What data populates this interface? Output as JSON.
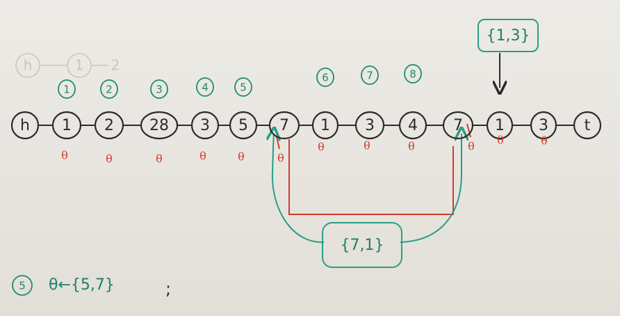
{
  "ghost_nodes": [
    "h",
    "1",
    "2"
  ],
  "nodes": [
    "h",
    "1",
    "2",
    "28",
    "3",
    "5",
    "7",
    "1",
    "3",
    "4",
    "7",
    "1",
    "3",
    "t"
  ],
  "indices": [
    "1",
    "2",
    "3",
    "4",
    "5",
    "6",
    "7",
    "8"
  ],
  "theta_symbol": "θ",
  "pair_top": "{1,3}",
  "pair_bottom": "{7,1}",
  "statement": {
    "index": "5",
    "text": "θ←{5,7}",
    "semicolon": ";"
  },
  "colors": {
    "ink": "#2c2a2a",
    "green": "#2a9d85",
    "red": "#d63b2c"
  }
}
